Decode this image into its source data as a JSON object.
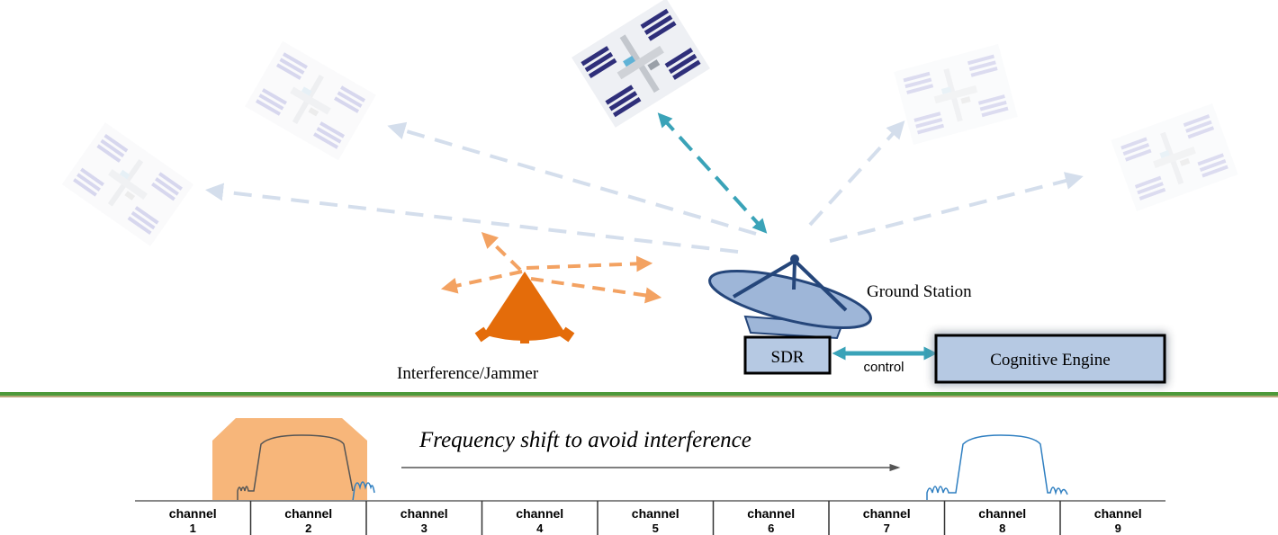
{
  "labels": {
    "ground_station": "Ground Station",
    "jammer": "Interference/Jammer",
    "sdr": "SDR",
    "control": "control",
    "cognitive_engine": "Cognitive Engine",
    "frequency_shift": "Frequency shift to avoid interference"
  },
  "channels": [
    {
      "word": "channel",
      "num": "1"
    },
    {
      "word": "channel",
      "num": "2"
    },
    {
      "word": "channel",
      "num": "3"
    },
    {
      "word": "channel",
      "num": "4"
    },
    {
      "word": "channel",
      "num": "5"
    },
    {
      "word": "channel",
      "num": "6"
    },
    {
      "word": "channel",
      "num": "7"
    },
    {
      "word": "channel",
      "num": "8"
    },
    {
      "word": "channel",
      "num": "9"
    }
  ],
  "colors": {
    "active_link": "#3aa3b8",
    "faded_link": "#d4deec",
    "jammer": "#e46c0a",
    "jammer_arrow": "#f3a262",
    "dish": "#9eb6d8",
    "dish_stroke": "#25467a",
    "box_fill": "#b6c9e3",
    "horizon": "#4d9a3a",
    "signal": "#2f7fc1",
    "jam_band": "#f7b273"
  }
}
